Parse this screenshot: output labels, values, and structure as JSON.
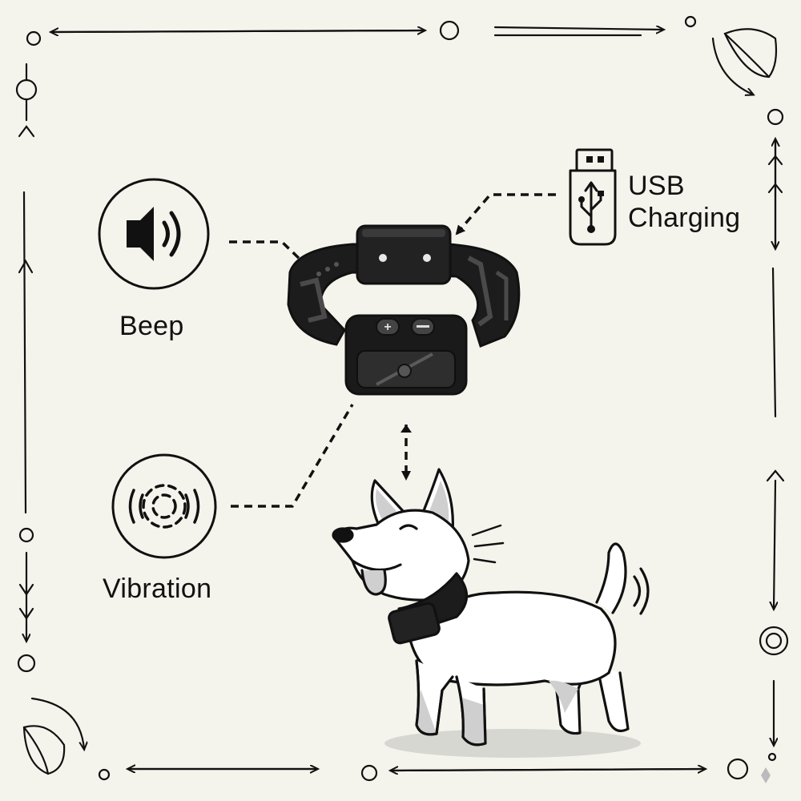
{
  "labels": {
    "beep": "Beep",
    "vibration": "Vibration",
    "usb_line1": "USB",
    "usb_line2": "Charging"
  },
  "colors": {
    "background": "#f5f4ec",
    "ink": "#111111",
    "collar_body": "#1c1c1c",
    "collar_stripe": "#4a4a4a",
    "dog_shadow": "#cfcfcf"
  },
  "icons": [
    "speaker-icon",
    "vibration-icon",
    "usb-icon",
    "collar-device",
    "dog-illustration"
  ]
}
